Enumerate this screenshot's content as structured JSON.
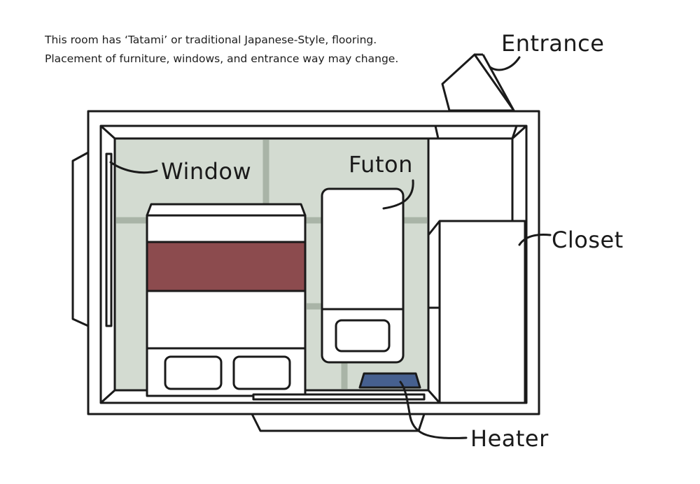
{
  "note": {
    "line1": "This room has ‘Tatami’ or traditional Japanese-Style, flooring.",
    "line2": "Placement of furniture, windows, and entrance way may change."
  },
  "labels": {
    "entrance": "Entrance",
    "window": "Window",
    "futon": "Futon",
    "closet": "Closet",
    "heater": "Heater"
  },
  "colors": {
    "tatami": "#d3dbd1",
    "tatami_seam": "#a9b4a7",
    "blanket": "#8c4b4e",
    "heater": "#46608f",
    "outline": "#1a1a1a"
  }
}
